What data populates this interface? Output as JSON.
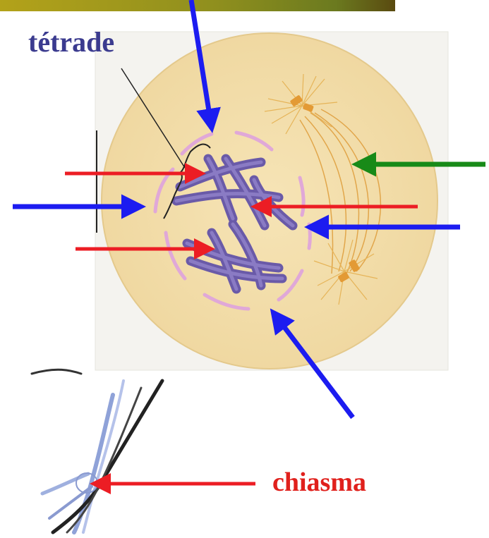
{
  "labels": {
    "tetrade": "tétrade",
    "chiasma": "chiasma"
  },
  "colors": {
    "label_tetrade": "#3b3b8f",
    "label_chiasma": "#e0201c",
    "arrow_red": "#ec1d24",
    "arrow_blue": "#1c1cf0",
    "arrow_green": "#188a18",
    "cell_fill": "#f3deac",
    "chromosome": "#7f6fbd",
    "membrane_fragment": "#e0a8d8",
    "centrosome": "#e39a35",
    "spindle": "#e0a040"
  },
  "icons": {
    "top_banner": "olive-gradient-strip",
    "centrosome": "orange-centriole-pair",
    "spindle": "curved-spindle-fibers"
  }
}
